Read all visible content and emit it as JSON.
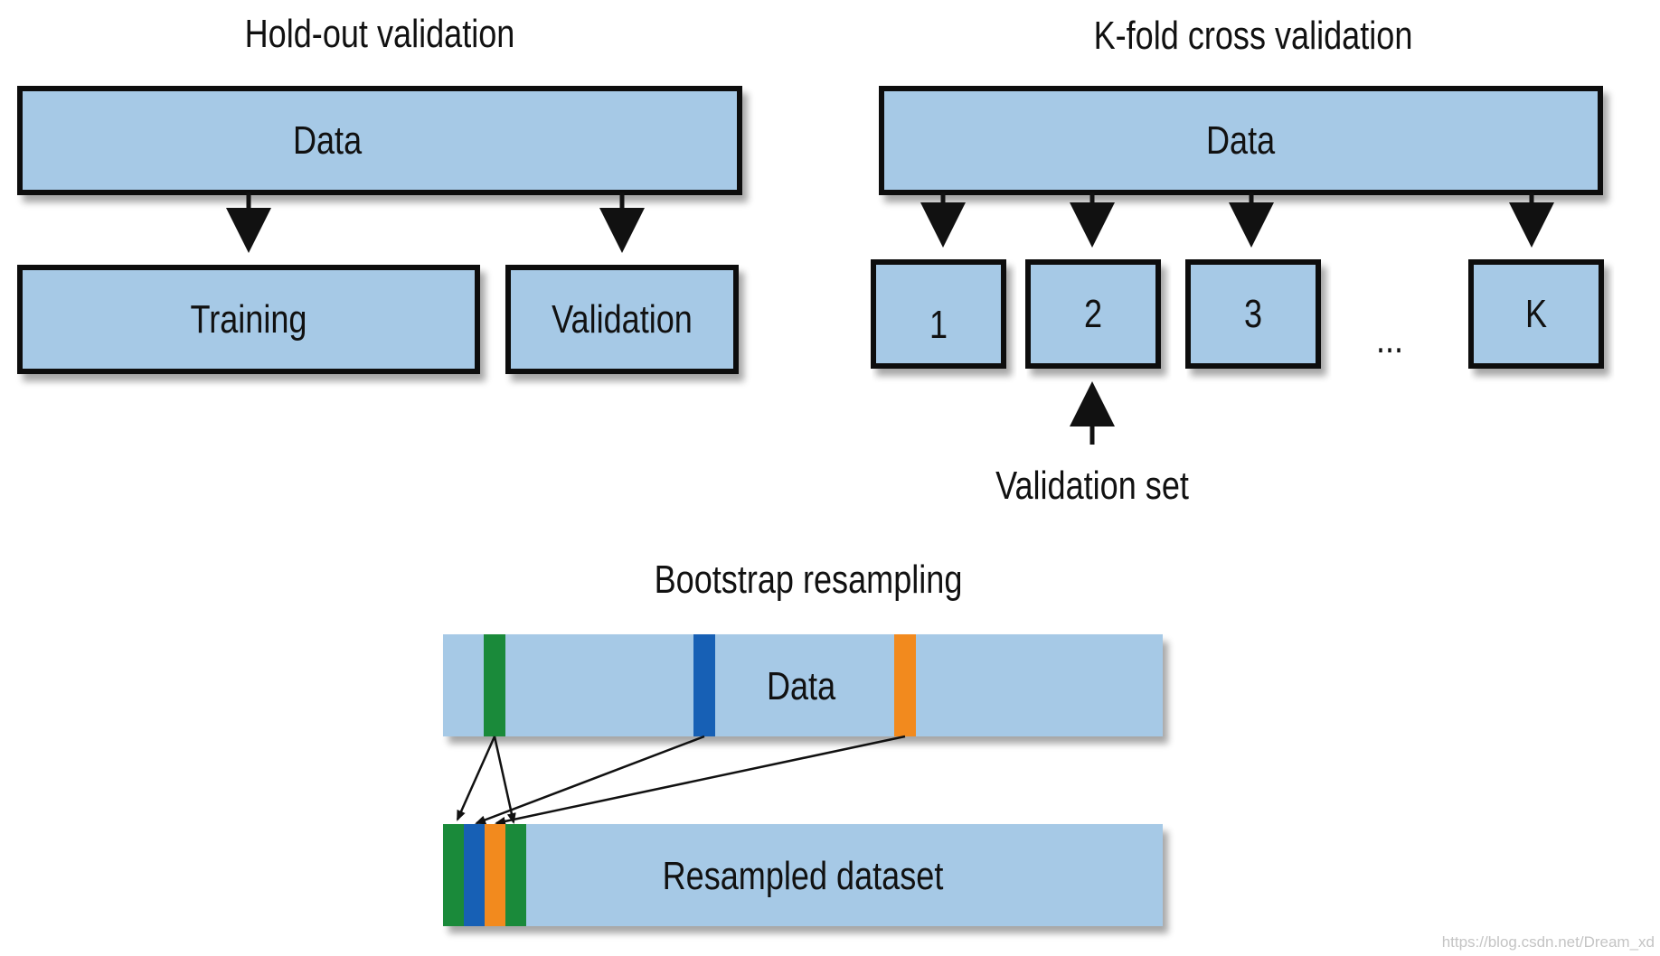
{
  "holdout": {
    "title": "Hold-out validation",
    "data_label": "Data",
    "training_label": "Training",
    "validation_label": "Validation"
  },
  "kfold": {
    "title": "K-fold cross validation",
    "data_label": "Data",
    "folds": [
      "1",
      "2",
      "3",
      "K"
    ],
    "ellipsis": "...",
    "validation_set_label": "Validation set"
  },
  "bootstrap": {
    "title": "Bootstrap resampling",
    "data_label": "Data",
    "resampled_label": "Resampled dataset"
  },
  "colors": {
    "box_fill": "#a6c9e6",
    "green": "#1a8a3a",
    "blue": "#1760b5",
    "orange": "#f28a1e"
  },
  "watermark": "https://blog.csdn.net/Dream_xd"
}
